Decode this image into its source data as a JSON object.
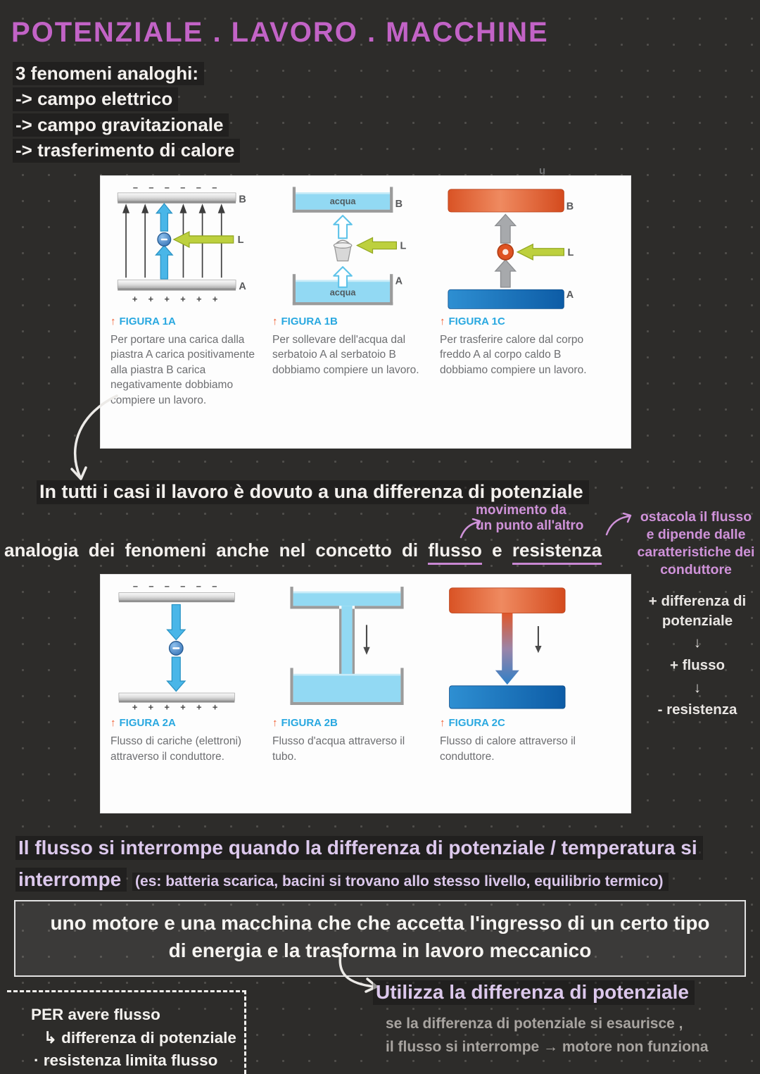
{
  "title": "POTENZIALE . LAVORO . MACCHINE",
  "intro": {
    "heading": "3 fenomeni analoghi:",
    "items": [
      "-> campo elettrico",
      "-> campo gravitazionale",
      "-> trasferimento di calore"
    ]
  },
  "symbols": {
    "cap_arrow": "↑",
    "B": "B",
    "A": "A",
    "L": "L",
    "acqua": "acqua",
    "minus_row": "– – – – – –",
    "plus_row": "+ + + + + +",
    "artifact": "u"
  },
  "figure1": {
    "cols": [
      {
        "fig_label": "FIGURA 1A",
        "caption": "Per portare una carica dalla piastra A carica positivamente alla piastra B carica negativamente dobbiamo compiere un lavoro."
      },
      {
        "fig_label": "FIGURA 1B",
        "caption": "Per sollevare dell'acqua dal serbatoio A al serbatoio B dobbiamo compiere un lavoro."
      },
      {
        "fig_label": "FIGURA 1C",
        "caption": "Per trasferire calore dal corpo freddo A al corpo caldo B dobbiamo compiere un lavoro."
      }
    ]
  },
  "figure2": {
    "cols": [
      {
        "fig_label": "FIGURA 2A",
        "caption": "Flusso di cariche (elettroni) attraverso il conduttore."
      },
      {
        "fig_label": "FIGURA 2B",
        "caption": "Flusso d'acqua attraverso il tubo."
      },
      {
        "fig_label": "FIGURA 2C",
        "caption": "Flusso di calore attraverso il conduttore."
      }
    ]
  },
  "notes": {
    "potential_line": "In tutti i casi il lavoro è dovuto a una differenza di potenziale",
    "movement_annotation": "movimento da\nun punto all'altro",
    "analogy_prefix": "analogia dei fenomeni anche nel concetto di",
    "analogy_word1": "flusso",
    "analogy_conj": "e",
    "analogy_word2": "resistenza",
    "obstacle_annotation": "ostacola il flusso\ne dipende dalle\ncaratteristiche dei\nconduttore",
    "chain": [
      "+ differenza di\npotenziale",
      "↓",
      "+ flusso",
      "↓",
      "- resistenza"
    ]
  },
  "flow_stop": {
    "line": "Il flusso si interrompe quando la differenza di potenziale / temperatura si interrompe",
    "note": "(es: batteria scarica, bacini si trovano allo stesso livello, equilibrio termico)"
  },
  "motor_box": {
    "text": "uno motore e una macchina che che accetta l'ingresso di un certo tipo di energia e la trasforma in lavoro meccanico"
  },
  "usage": {
    "heading": "Utilizza la differenza di potenziale",
    "line1": "se la differenza di potenziale si esaurisce ,",
    "line2": "il flusso si interrompe  → motore non funziona"
  },
  "requirements": {
    "line1": "PER avere flusso",
    "line2": "↳ differenza di potenziale",
    "line3": "· resistenza limita flusso"
  },
  "colors": {
    "title_purple": "#c263c6",
    "lavender_text": "#dcc8ec",
    "pink_annotation": "#cf92d9",
    "figure_label_cyan": "#29a8e0",
    "figure_arrow_orange": "#f0582b",
    "work_arrow_green": "#bdd03e",
    "flow_blue": "#49b6e8",
    "hot_red": "#e0572a",
    "cold_blue": "#1b75bb"
  }
}
